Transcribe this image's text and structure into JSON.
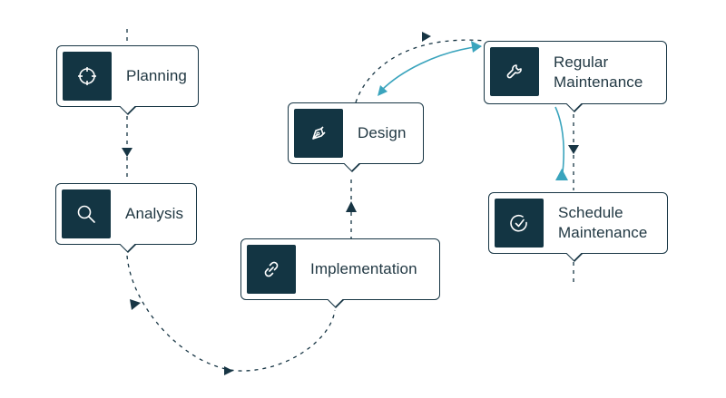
{
  "steps": [
    {
      "label": "Planning",
      "icon": "crosshair-icon"
    },
    {
      "label": "Analysis",
      "icon": "search-icon"
    },
    {
      "label": "Implementation",
      "icon": "link-icon"
    },
    {
      "label": "Design",
      "icon": "pen-tool-icon"
    },
    {
      "label": "Regular\nMaintenance",
      "icon": "wrench-icon"
    },
    {
      "label": "Schedule\nMaintenance",
      "icon": "check-circle-icon"
    }
  ],
  "colors": {
    "dark": "#133543",
    "accent": "#3aa4bd",
    "border": "#173544",
    "text": "#1f3641"
  }
}
